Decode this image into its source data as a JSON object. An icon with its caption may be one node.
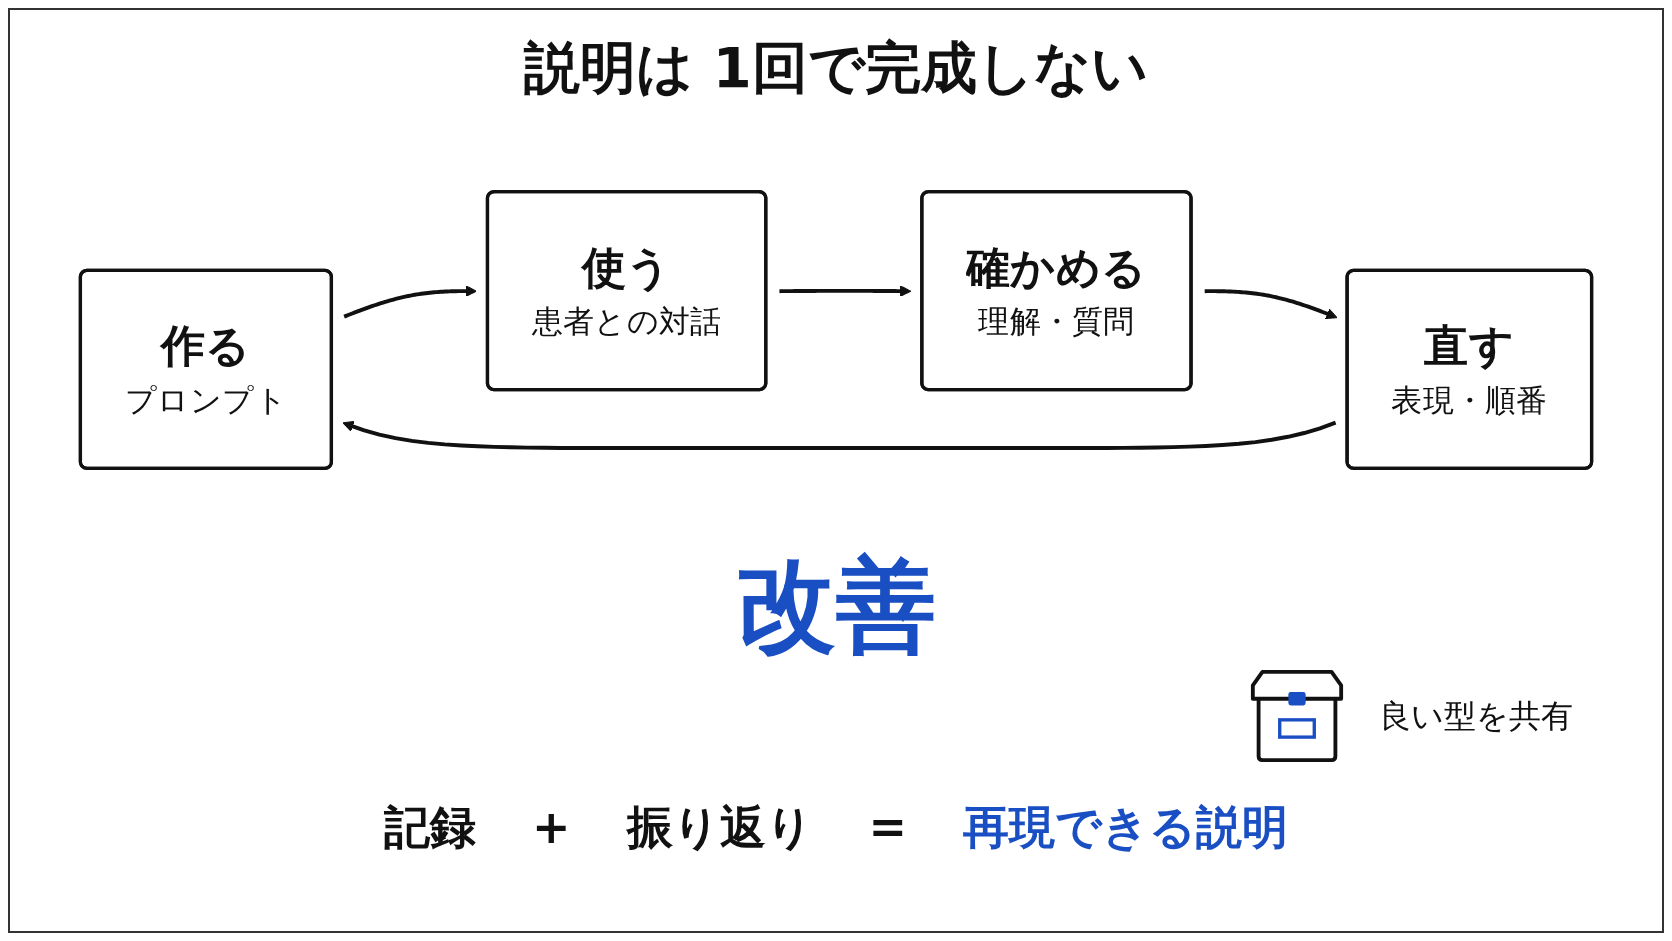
{
  "diagram": {
    "title": "説明は 1回で完成しない",
    "nodes": [
      {
        "text": [
          "作る",
          "プロンプト"
        ]
      },
      {
        "text": [
          "使う",
          "患者との対話"
        ]
      },
      {
        "text": [
          "確かめる",
          "理解・質問"
        ]
      },
      {
        "text": [
          "直す",
          "表現・順番"
        ]
      }
    ],
    "edges": [
      {
        "from": 0,
        "to": 1,
        "arrow": "to"
      },
      {
        "from": 1,
        "to": 2,
        "arrow": "to"
      },
      {
        "from": 2,
        "to": 3,
        "arrow": "to"
      },
      {
        "from": 3,
        "to": 0,
        "arrow": "to"
      }
    ],
    "labels": [
      "改善",
      "良い型を共有",
      "記録",
      "+",
      "振り返り",
      "=",
      "再現できる説明"
    ]
  }
}
